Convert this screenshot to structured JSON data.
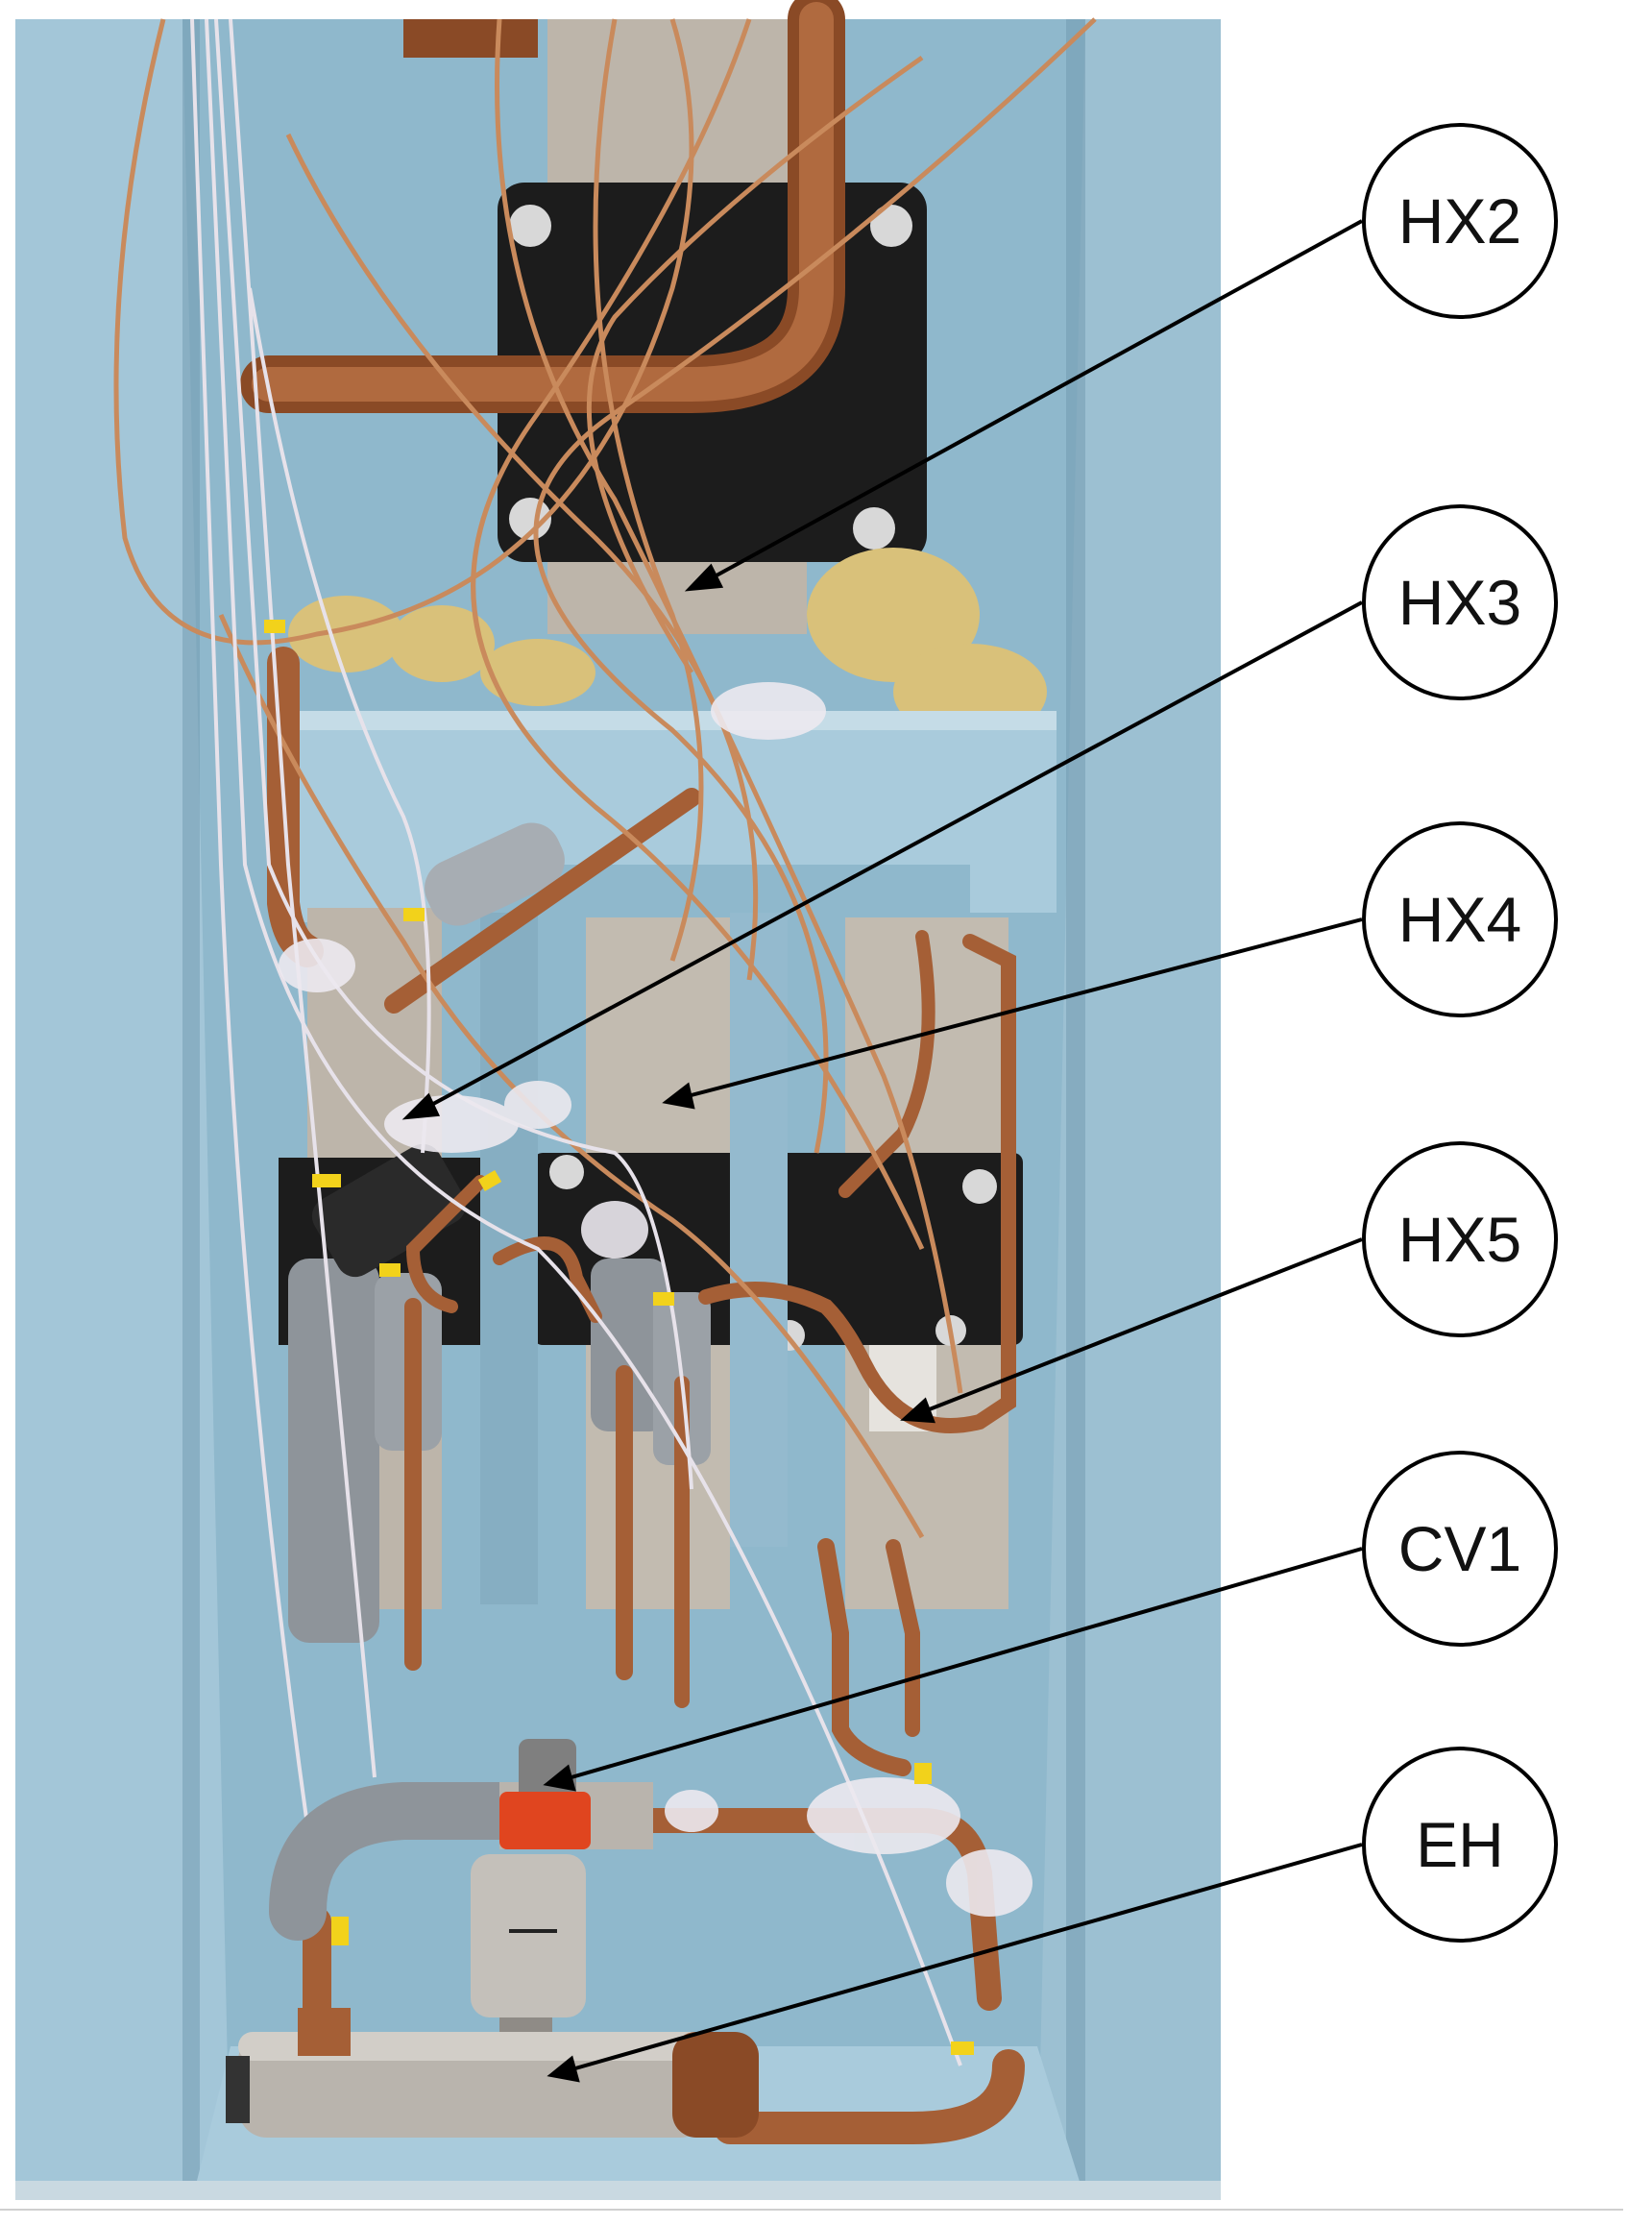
{
  "labels": [
    {
      "id": "hx2",
      "text": "HX2"
    },
    {
      "id": "hx3",
      "text": "HX3"
    },
    {
      "id": "hx4",
      "text": "HX4"
    },
    {
      "id": "hx5",
      "text": "HX5"
    },
    {
      "id": "cv1",
      "text": "CV1"
    },
    {
      "id": "eh",
      "text": "EH"
    }
  ],
  "colors": {
    "insulation_blue": "#8fb8cc",
    "foam_light": "#a9cbdc",
    "copper": "#b06a3f",
    "plate_black": "#1c1c1c",
    "steel": "#b9b4ad",
    "tape_grey": "#8e949a",
    "valve_red": "#e0451f",
    "sealant_yellow": "#d9c17a"
  }
}
